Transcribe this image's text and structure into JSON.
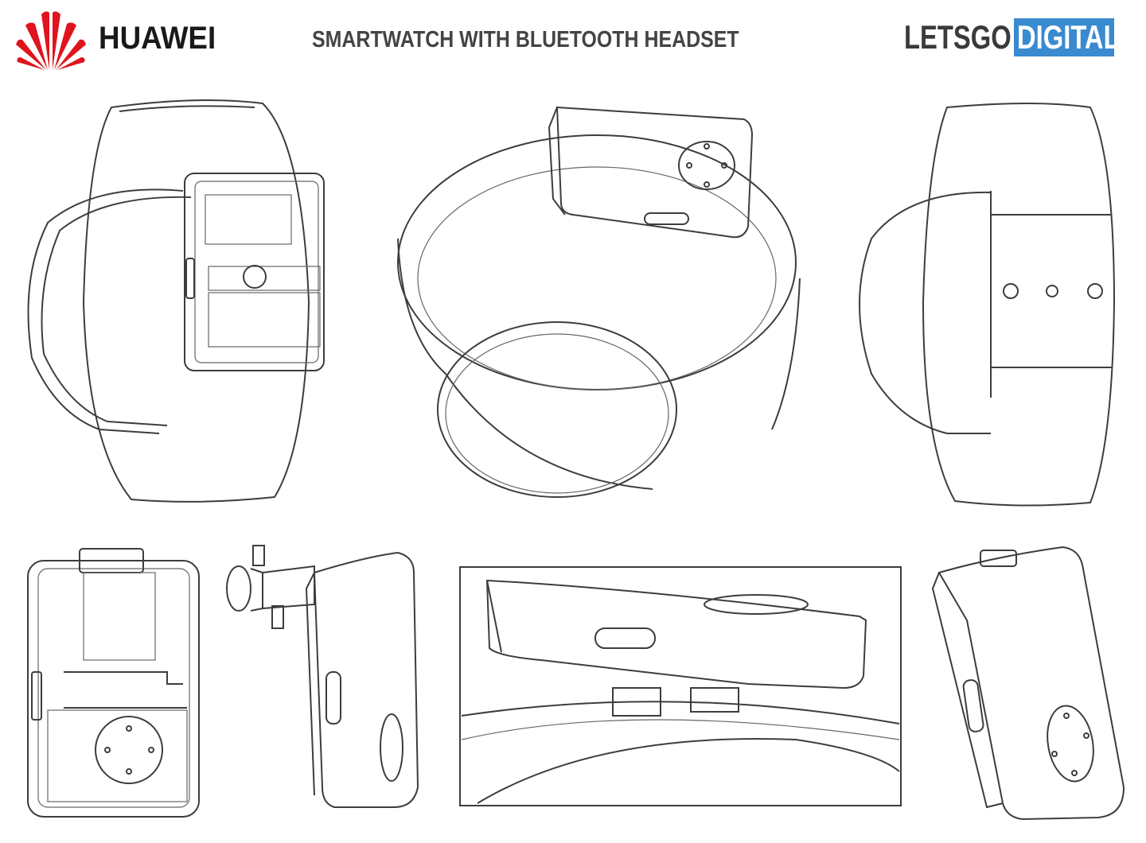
{
  "header": {
    "brand": "HUAWEI",
    "title": "SMARTWATCH WITH BLUETOOTH HEADSET",
    "source_logo": {
      "part1": "LETSGO",
      "part2": "DIGITAL"
    },
    "colors": {
      "huawei_red": "#e0141e",
      "digital_blue": "#3a8ad0",
      "line": "#3d3d3d"
    }
  }
}
